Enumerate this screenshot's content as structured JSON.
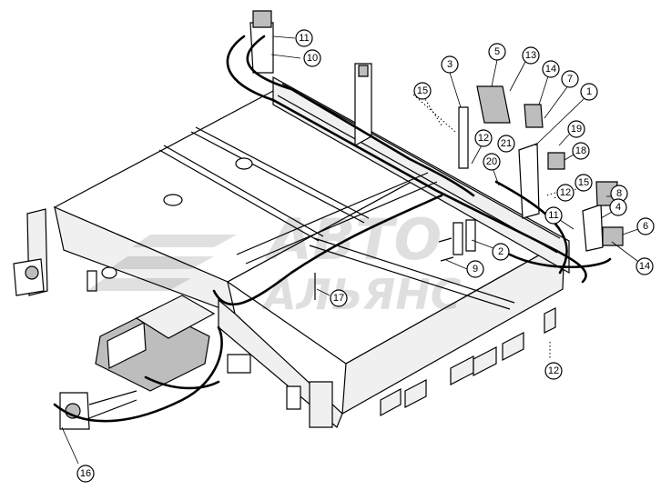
{
  "watermark": {
    "line1": "АВТО",
    "line2": "АЛЬЯНС"
  },
  "callouts": [
    "1",
    "2",
    "3",
    "4",
    "5",
    "6",
    "7",
    "8",
    "9",
    "10",
    "11",
    "11",
    "12",
    "12",
    "12",
    "13",
    "14",
    "14",
    "15",
    "15",
    "16",
    "17",
    "18",
    "19",
    "20",
    "21"
  ]
}
